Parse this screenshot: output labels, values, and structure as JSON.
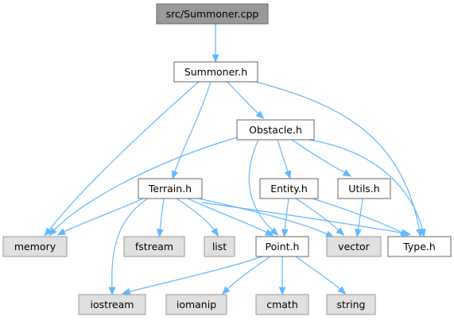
{
  "colors": {
    "edge": "#63b8ff",
    "root_fill": "#999999",
    "root_stroke": "#666666",
    "header_fill": "#ffffff",
    "header_stroke": "#666666",
    "system_fill": "#e0e0e0",
    "system_stroke": "#999999"
  },
  "nodes": [
    {
      "id": "summoner_cpp",
      "label": "src/Summoner.cpp",
      "kind": "root"
    },
    {
      "id": "summoner_h",
      "label": "Summoner.h",
      "kind": "header"
    },
    {
      "id": "obstacle_h",
      "label": "Obstacle.h",
      "kind": "header"
    },
    {
      "id": "terrain_h",
      "label": "Terrain.h",
      "kind": "header"
    },
    {
      "id": "entity_h",
      "label": "Entity.h",
      "kind": "header"
    },
    {
      "id": "utils_h",
      "label": "Utils.h",
      "kind": "header"
    },
    {
      "id": "memory",
      "label": "memory",
      "kind": "system"
    },
    {
      "id": "fstream",
      "label": "fstream",
      "kind": "system"
    },
    {
      "id": "list",
      "label": "list",
      "kind": "system"
    },
    {
      "id": "point_h",
      "label": "Point.h",
      "kind": "header"
    },
    {
      "id": "vector",
      "label": "vector",
      "kind": "system"
    },
    {
      "id": "type_h",
      "label": "Type.h",
      "kind": "header"
    },
    {
      "id": "iostream",
      "label": "iostream",
      "kind": "system"
    },
    {
      "id": "iomanip",
      "label": "iomanip",
      "kind": "system"
    },
    {
      "id": "cmath",
      "label": "cmath",
      "kind": "system"
    },
    {
      "id": "string",
      "label": "string",
      "kind": "system"
    }
  ],
  "edges": [
    {
      "from": "summoner_cpp",
      "to": "summoner_h"
    },
    {
      "from": "summoner_h",
      "to": "memory"
    },
    {
      "from": "summoner_h",
      "to": "terrain_h"
    },
    {
      "from": "summoner_h",
      "to": "obstacle_h"
    },
    {
      "from": "summoner_h",
      "to": "type_h"
    },
    {
      "from": "obstacle_h",
      "to": "memory"
    },
    {
      "from": "obstacle_h",
      "to": "point_h"
    },
    {
      "from": "obstacle_h",
      "to": "entity_h"
    },
    {
      "from": "obstacle_h",
      "to": "utils_h"
    },
    {
      "from": "obstacle_h",
      "to": "type_h"
    },
    {
      "from": "terrain_h",
      "to": "memory"
    },
    {
      "from": "terrain_h",
      "to": "iostream"
    },
    {
      "from": "terrain_h",
      "to": "fstream"
    },
    {
      "from": "terrain_h",
      "to": "list"
    },
    {
      "from": "terrain_h",
      "to": "point_h"
    },
    {
      "from": "terrain_h",
      "to": "vector"
    },
    {
      "from": "terrain_h",
      "to": "type_h"
    },
    {
      "from": "entity_h",
      "to": "point_h"
    },
    {
      "from": "entity_h",
      "to": "vector"
    },
    {
      "from": "entity_h",
      "to": "type_h"
    },
    {
      "from": "utils_h",
      "to": "vector"
    },
    {
      "from": "point_h",
      "to": "iostream"
    },
    {
      "from": "point_h",
      "to": "iomanip"
    },
    {
      "from": "point_h",
      "to": "cmath"
    },
    {
      "from": "point_h",
      "to": "string"
    }
  ]
}
